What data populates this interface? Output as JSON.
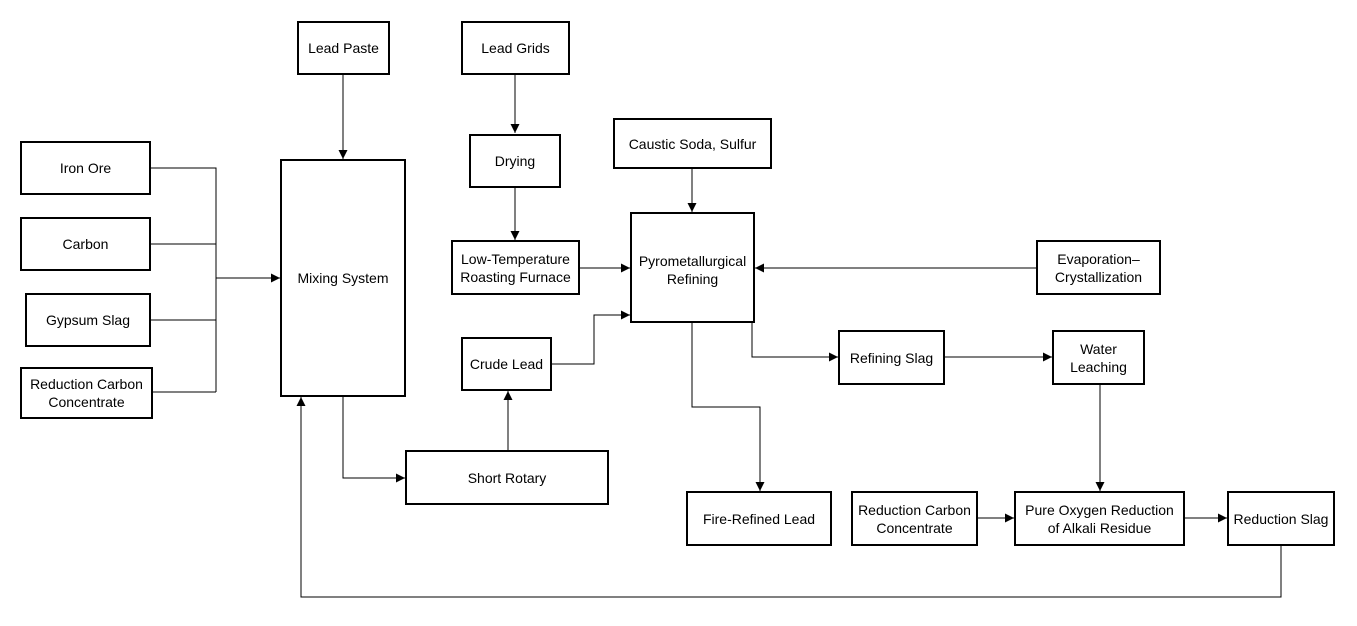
{
  "diagram": {
    "nodes": {
      "lead_paste": "Lead Paste",
      "lead_grids": "Lead Grids",
      "drying": "Drying",
      "caustic_soda_sulfur": "Caustic Soda, Sulfur",
      "iron_ore": "Iron Ore",
      "carbon": "Carbon",
      "gypsum_slag": "Gypsum Slag",
      "reduction_carbon_concentrate_left": "Reduction Carbon\nConcentrate",
      "mixing_system": "Mixing System",
      "low_temp_roasting": "Low-Temperature\nRoasting Furnace",
      "pyrometallurgical_refining": "Pyrometallurgical\nRefining",
      "evaporation_crystallization": "Evaporation–\nCrystallization",
      "crude_lead": "Crude Lead",
      "refining_slag": "Refining Slag",
      "water_leaching": "Water\nLeaching",
      "short_rotary": "Short Rotary",
      "fire_refined_lead": "Fire-Refined Lead",
      "reduction_carbon_concentrate_right": "Reduction Carbon\nConcentrate",
      "pure_oxygen_reduction": "Pure Oxygen Reduction\nof Alkali Residue",
      "reduction_slag": "Reduction Slag"
    }
  }
}
